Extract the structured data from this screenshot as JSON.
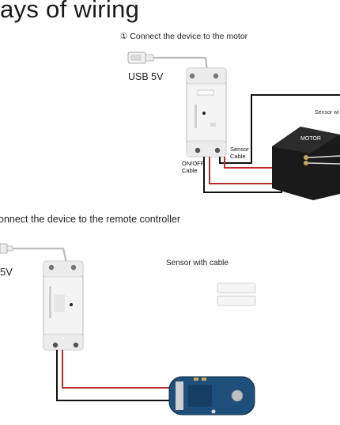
{
  "title": "ays of wiring",
  "section1": {
    "heading": "① Connect the device to the motor",
    "usb_label": "USB 5V",
    "sensor_cable_label": "Sensor\nCable",
    "onoff_cable_label": "ON/OFF\nCable",
    "sensor_wire_label": "Sensor wi",
    "motor_label": "MOTOR"
  },
  "section2": {
    "heading": "onnect the device to the remote controller",
    "usb_label": "5V",
    "sensor_label": "Sensor with cable"
  },
  "colors": {
    "wire_red": "#b5302a",
    "wire_black": "#111111",
    "board_blue": "#1d4f7a",
    "device_white": "#f4f4f4"
  }
}
